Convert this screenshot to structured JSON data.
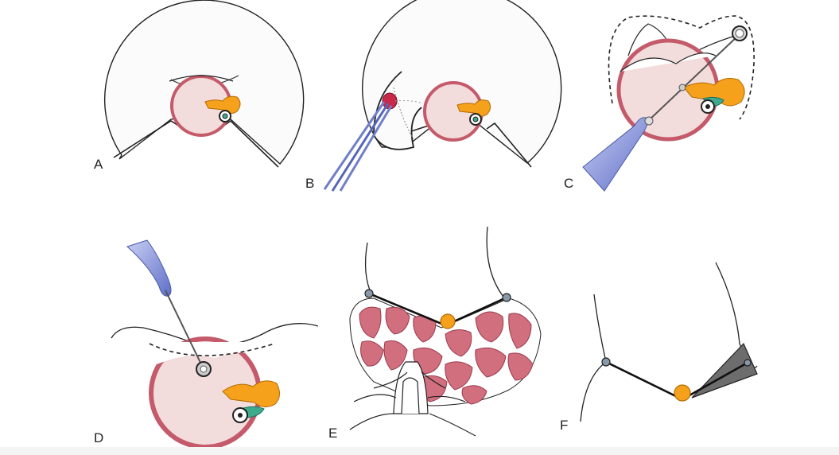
{
  "panels": [
    {
      "id": "A",
      "label": "A"
    },
    {
      "id": "B",
      "label": "B"
    },
    {
      "id": "C",
      "label": "C"
    },
    {
      "id": "D",
      "label": "D"
    },
    {
      "id": "E",
      "label": "E"
    },
    {
      "id": "F",
      "label": "F"
    }
  ],
  "colors": {
    "tissue_fill": "#f3dcdc",
    "tissue_border": "#c45a6a",
    "muscle_fill": "#d26f7f",
    "orange_structure": "#f5a11c",
    "instrument_blue": "#8a96d8",
    "teal_structure": "#3fa98e",
    "outline": "#222222",
    "bone_wedge": "#6d6d6d"
  },
  "icons": [
    "forceps-icon",
    "probe-icon",
    "surgical-needle-icon"
  ]
}
